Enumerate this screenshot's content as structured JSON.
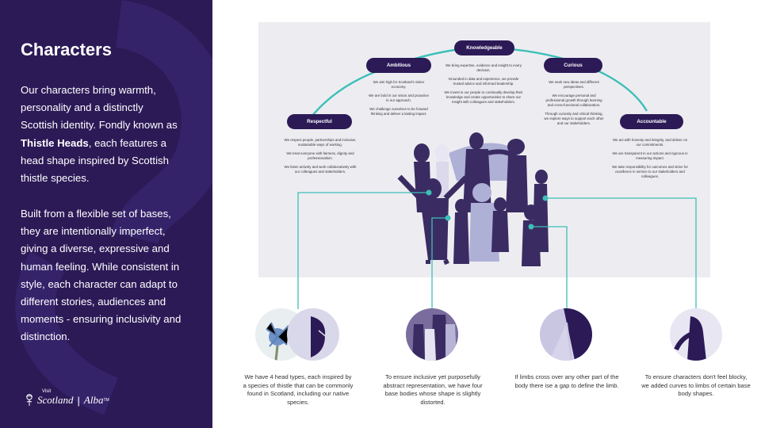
{
  "sidebar": {
    "title": "Characters",
    "paragraph1_a": "Our characters bring warmth, personality and a distinctly Scottish identity. Fondly known as ",
    "paragraph1_bold": "Thistle Heads",
    "paragraph1_b": ", each features a head shape inspired by Scottish thistle species.",
    "paragraph2": "Built from a flexible set of bases, they are intentionally imperfect, giving a diverse, expressive and human feeling. While consistent in style, each character can adapt to different stories, audiences and moments - ensuring inclusivity and distinction.",
    "logo": {
      "visit": "Visit",
      "scotland": "Scotland",
      "separator": "|",
      "alba": "Alba",
      "tm": "TM"
    }
  },
  "values": [
    {
      "label": "Respectful",
      "lines": [
        "We respect people, partnerships and inclusive, sustainable ways of working.",
        "We treat everyone with fairness, dignity and professionalism.",
        "We listen actively and work collaboratively with our colleagues and stakeholders."
      ]
    },
    {
      "label": "Ambitious",
      "lines": [
        "We aim high for Scotland's visitor economy.",
        "We are bold in our vision and proactive in our approach.",
        "We challenge ourselves to be forward thinking and deliver a lasting impact."
      ]
    },
    {
      "label": "Knowledgeable",
      "lines": [
        "We bring expertise, evidence and insight to every decision.",
        "Grounded in data and experience, we provide trusted advice and informed leadership.",
        "We invest in our people to continually develop their knowledge and create opportunities to share our insight with colleagues and stakeholders."
      ]
    },
    {
      "label": "Curious",
      "lines": [
        "We seek new ideas and different perspectives.",
        "We encourage personal and professional growth through learning and cross-functional collaboration.",
        "Through curiosity and critical thinking, we explore ways to support each other and our stakeholders."
      ]
    },
    {
      "label": "Accountable",
      "lines": [
        "We act with honesty and integrity, and deliver on our commitments.",
        "We are transparent in our actions and rigorous in measuring impact.",
        "We take responsibility for outcomes and strive for excellence in service to our stakeholders and colleagues."
      ]
    }
  ],
  "captions": [
    "We have 4 head types, each inspired by a species of thistle that can be commonly found in Scotland, including our native species.",
    "To ensure inclusive yet purposefully abstract representation, we have four base bodies whose shape is slightly distorted.",
    "If limbs cross over any other part of the body there ise a gap to define the limb.",
    "To ensure characters don't feel blocky, we added curves to limbs of certain base body shapes."
  ],
  "colors": {
    "brand_purple": "#2c1a57",
    "teal": "#3cbfb7",
    "panel_bg": "#ededf1",
    "figure_purple": "#3a2c62",
    "figure_pale": "#aeb0d6"
  },
  "icons": [
    "thistle-logo-icon"
  ]
}
